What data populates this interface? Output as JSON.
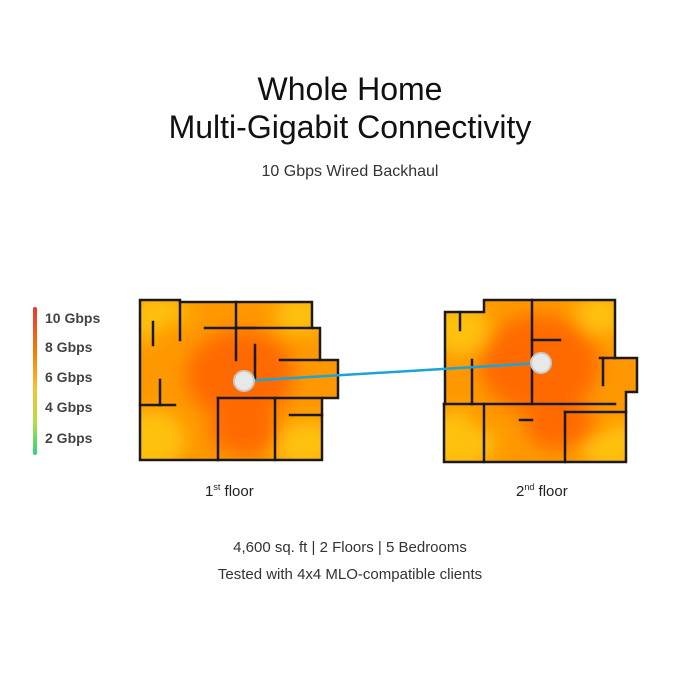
{
  "title": {
    "line1": "Whole Home",
    "line2": "Multi-Gigabit Connectivity"
  },
  "subtitle": "10 Gbps Wired Backhaul",
  "legend": {
    "labels": [
      "10 Gbps",
      "8 Gbps",
      "6 Gbps",
      "4 Gbps",
      "2 Gbps"
    ],
    "colors": {
      "top": "#e53935",
      "upper": "#f57c00",
      "middle": "#fbc02d",
      "lower": "#aee04a",
      "bottom": "#2ed47a"
    }
  },
  "floors": [
    {
      "num": "1",
      "suffix": "st",
      "word": "floor"
    },
    {
      "num": "2",
      "suffix": "nd",
      "word": "floor"
    }
  ],
  "colors": {
    "heat_hot": "#ff6a00",
    "heat_mid": "#ff9800",
    "heat_warm": "#ffc107",
    "backhaul_line": "#1ea3d6",
    "node": "#e8e8e8"
  },
  "footer": {
    "line1": "4,600 sq. ft | 2 Floors | 5 Bedrooms",
    "line2": "Tested with 4x4 MLO-compatible clients"
  }
}
